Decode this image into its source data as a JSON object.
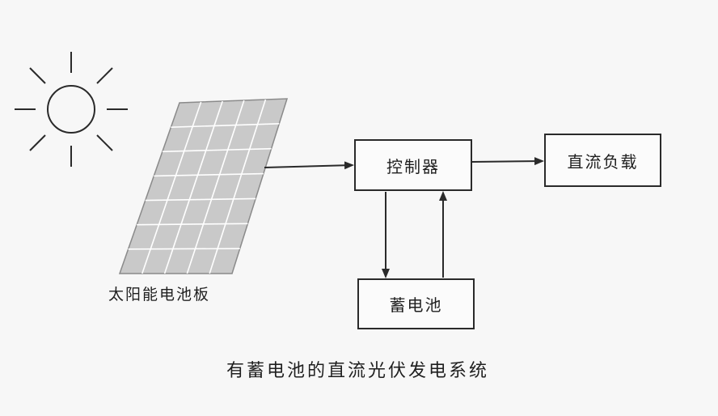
{
  "diagram": {
    "panel_label": "太阳能电池板",
    "controller_label": "控制器",
    "load_label": "直流负载",
    "battery_label": "蓄电池",
    "caption": "有蓄电池的直流光伏发电系统"
  },
  "icons": {
    "sun": "sun-icon",
    "panel": "solar-panel-icon"
  },
  "colors": {
    "stroke": "#2a2a2a",
    "background": "#f7f7f7"
  }
}
